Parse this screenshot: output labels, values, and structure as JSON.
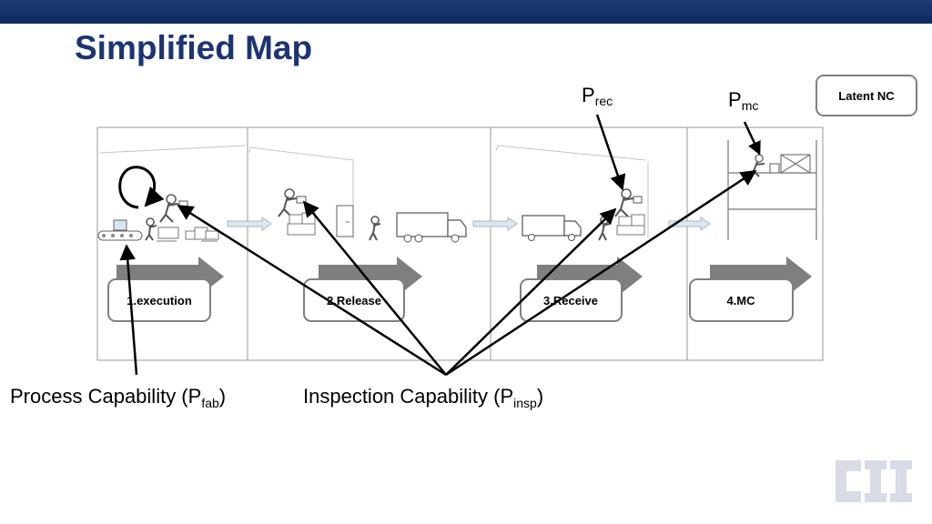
{
  "slide": {
    "title": "Simplified Map",
    "latent_box": "Latent NC"
  },
  "labels": {
    "p_rec": {
      "base": "P",
      "sub": "rec"
    },
    "p_mc": {
      "base": "P",
      "sub": "mc"
    },
    "process_capability": {
      "text": "Process Capability (P",
      "sub": "fab",
      "close": ")"
    },
    "inspection_capability": {
      "text": "Inspection Capability (P",
      "sub": "insp",
      "close": ")"
    }
  },
  "stages": [
    {
      "label": "1.execution"
    },
    {
      "label": "2.Release"
    },
    {
      "label": "3.Receive"
    },
    {
      "label": "4.MC"
    }
  ],
  "colors": {
    "header": "#0c2a5c",
    "title": "#1c3473",
    "stage_arrow": "#7f7f7f",
    "box_border": "#808080"
  },
  "logo": {
    "text": "CII"
  }
}
